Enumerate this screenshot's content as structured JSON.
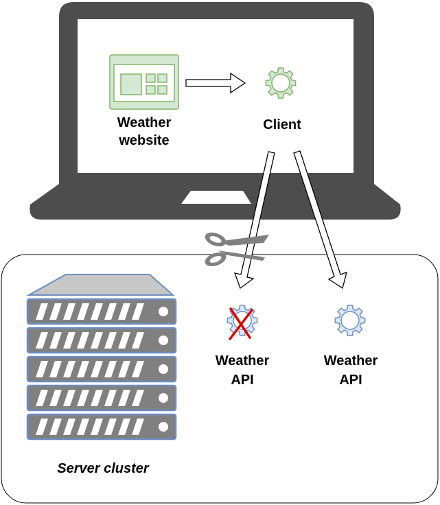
{
  "labels": {
    "website_line1": "Weather",
    "website_line2": "website",
    "client": "Client",
    "api_broken_line1": "Weather",
    "api_broken_line2": "API",
    "api_ok_line1": "Weather",
    "api_ok_line2": "API",
    "server_cluster": "Server cluster"
  },
  "icons": {
    "website": "web-page-icon",
    "client": "gear-icon",
    "api_broken": "gear-icon-with-red-x",
    "api_ok": "gear-icon",
    "cut": "scissors-icon",
    "servers": "server-rack-icon"
  },
  "colors": {
    "laptop": "#4d4d4d",
    "website_fill": "#d5e8d4",
    "website_stroke": "#82b366",
    "api_fill": "#dae8fc",
    "api_stroke": "#6c8ebf",
    "server_stroke": "#6c8ebf",
    "server_fill": "#808080",
    "cross": "#e00000",
    "scissors": "#808080"
  }
}
